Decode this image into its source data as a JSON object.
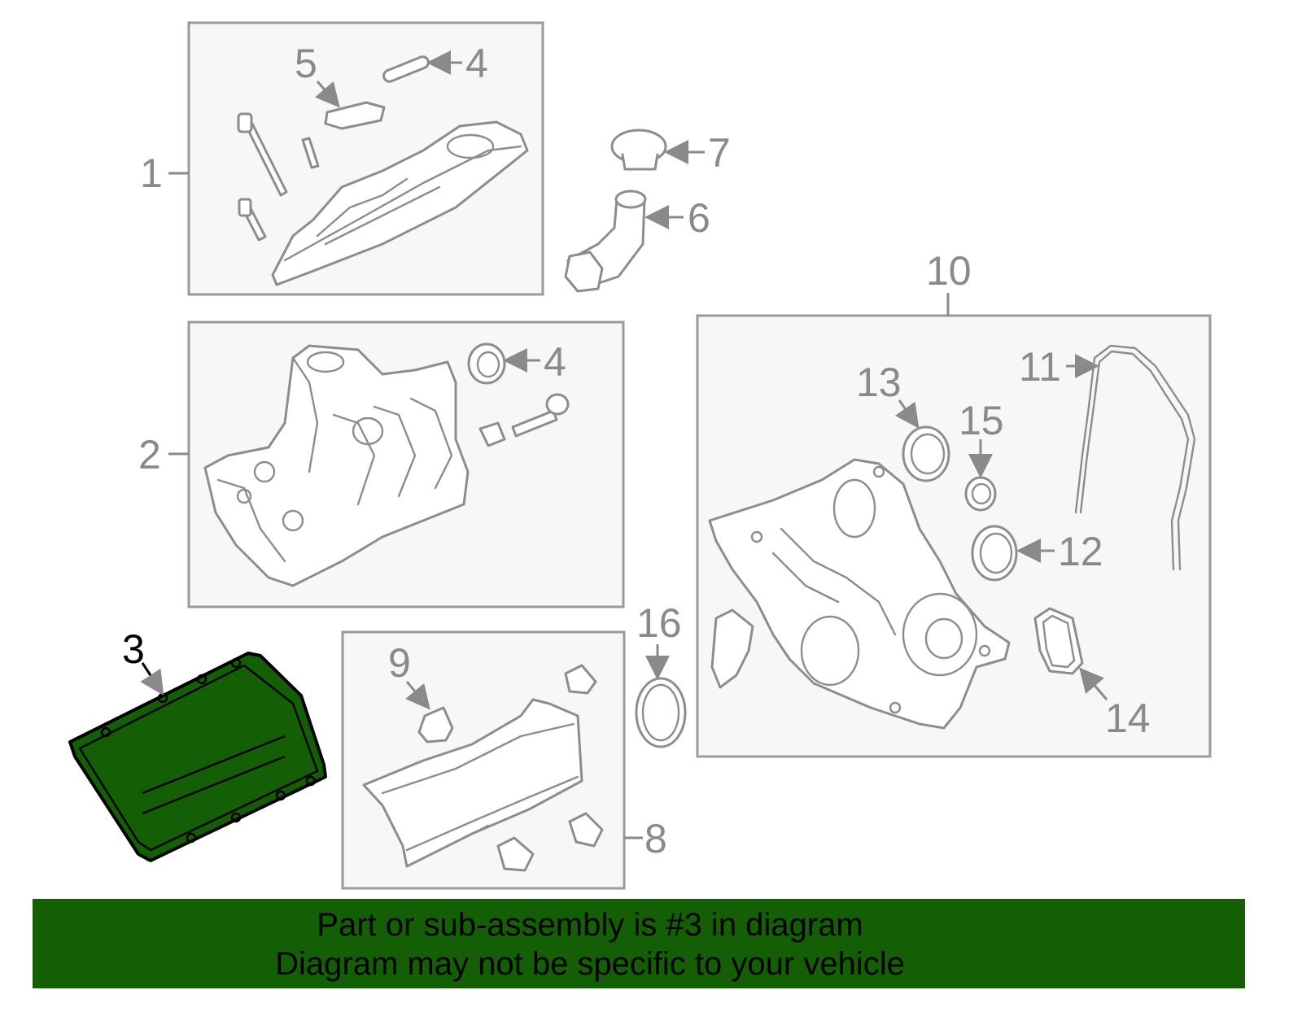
{
  "banner": {
    "line1": "Part or sub-assembly is #3 in diagram",
    "line2": "Diagram may not be specific to your vehicle",
    "background": "#145f05"
  },
  "callouts": {
    "c1": "1",
    "c2": "2",
    "c3": "3",
    "c4a": "4",
    "c4b": "4",
    "c5": "5",
    "c6": "6",
    "c7": "7",
    "c8": "8",
    "c9": "9",
    "c10": "10",
    "c11": "11",
    "c12": "12",
    "c13": "13",
    "c14": "14",
    "c15": "15",
    "c16": "16"
  },
  "highlight": {
    "part": "3",
    "color": "#145f05"
  }
}
